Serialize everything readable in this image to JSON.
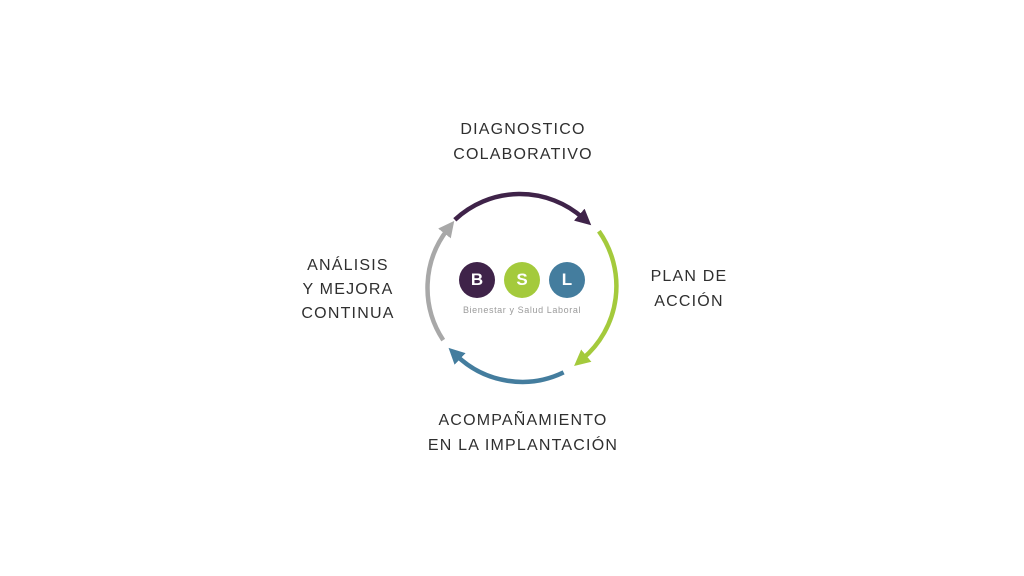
{
  "page": {
    "background": "#ffffff"
  },
  "diagram": {
    "type": "cycle",
    "steps": [
      {
        "id": "diagnostico-colaborativo",
        "position": "top",
        "label_lines": [
          "DIAGNOSTICO",
          "COLABORATIVO"
        ],
        "arrow_color": "#3f2349"
      },
      {
        "id": "plan-de-accion",
        "position": "right",
        "label_lines": [
          "PLAN DE",
          "ACCIÓN"
        ],
        "arrow_color": "#a4ca3c"
      },
      {
        "id": "acompanamiento-en-la-implantacion",
        "position": "bottom",
        "label_lines": [
          "ACOMPAÑAMIENTO",
          "EN LA IMPLANTACIÓN"
        ],
        "arrow_color": "#447d9e"
      },
      {
        "id": "analisis-y-mejora-continua",
        "position": "left",
        "label_lines": [
          "ANÁLISIS",
          "Y MEJORA",
          "CONTINUA"
        ],
        "arrow_color": "#a8a8a8"
      }
    ],
    "logo": {
      "letters": [
        {
          "char": "B",
          "color": "#3f2349"
        },
        {
          "char": "S",
          "color": "#a4ca3c"
        },
        {
          "char": "L",
          "color": "#447d9e"
        }
      ],
      "tagline": "Bienestar y Salud Laboral"
    },
    "colors": {
      "label_text": "#2f2f2f",
      "tagline_text": "#9b9b9b"
    }
  }
}
